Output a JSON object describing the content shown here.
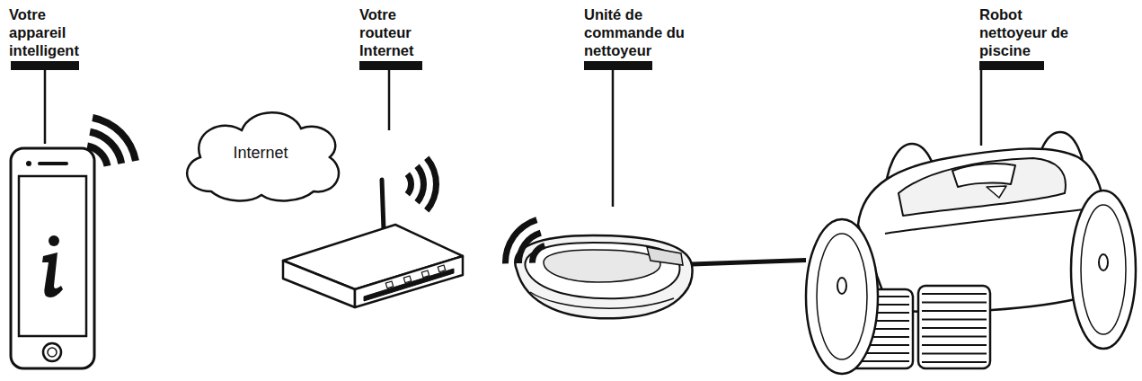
{
  "diagram": {
    "nodes": [
      {
        "text": [
          "Votre appareil intelligent"
        ]
      },
      {
        "text": [
          "Internet"
        ]
      },
      {
        "text": [
          "Votre routeur Internet"
        ]
      },
      {
        "text": [
          "Unité de commande du nettoyeur"
        ]
      },
      {
        "text": [
          "Robot nettoyeur de piscine"
        ]
      }
    ],
    "edges": [
      {
        "from": 3,
        "to": 4,
        "arrow": "none"
      }
    ]
  }
}
